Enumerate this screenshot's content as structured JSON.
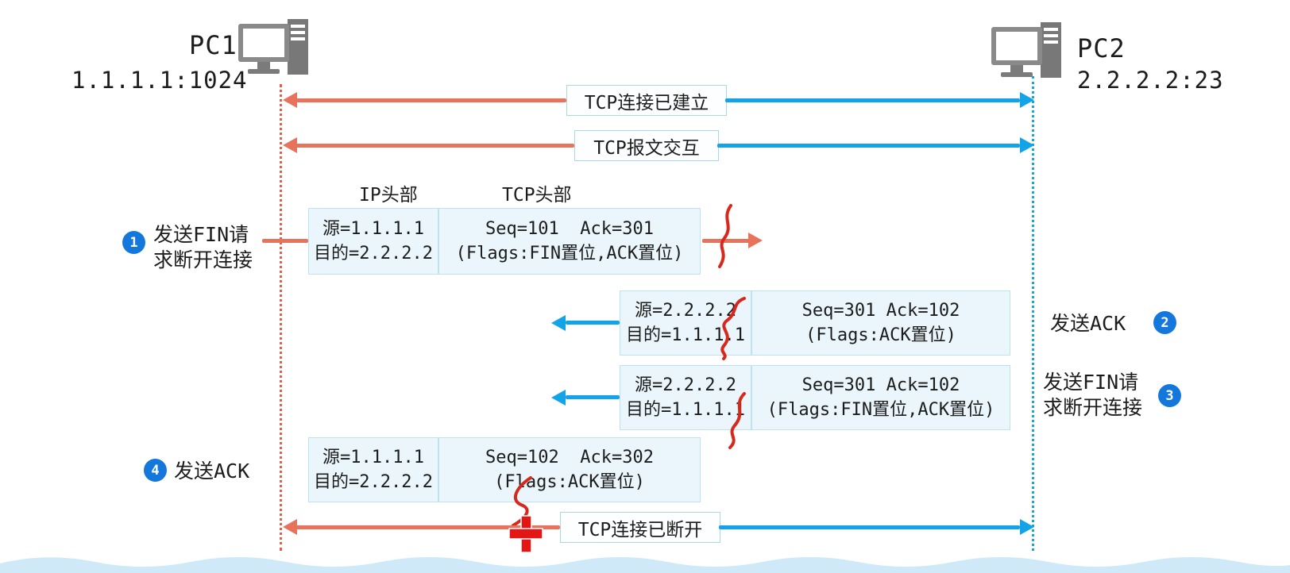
{
  "colors": {
    "salmon": "#e8735c",
    "blue": "#12a3e8",
    "badge": "#1477dc",
    "boxbg": "#eaf6fb",
    "boxborder": "#bfe2f1",
    "labelborder": "#a9d8ec",
    "reddot": "#df5f4c",
    "mark": "#d8281c",
    "ink": "#1c1c1c",
    "wave": "#cfe9f8"
  },
  "hosts": {
    "pc1": {
      "name": "PC1",
      "address": "1.1.1.1:1024"
    },
    "pc2": {
      "name": "PC2",
      "address": "2.2.2.2:23"
    }
  },
  "session": {
    "established": "TCP连接已建立",
    "exchange": "TCP报文交互",
    "closed": "TCP连接已断开"
  },
  "headers": {
    "ip": "IP头部",
    "tcp": "TCP头部"
  },
  "messages": [
    {
      "step": "1",
      "caption1": "发送FIN请",
      "caption2": "求断开连接",
      "ip1": "源=1.1.1.1",
      "ip2": "目的=2.2.2.2",
      "tcp1": "Seq=101  Ack=301",
      "tcp2": "(Flags:FIN置位,ACK置位)"
    },
    {
      "step": "2",
      "caption1": "发送ACK",
      "caption2": "",
      "ip1": "源=2.2.2.2",
      "ip2": "目的=1.1.1.1",
      "tcp1": "Seq=301 Ack=102",
      "tcp2": "(Flags:ACK置位)"
    },
    {
      "step": "3",
      "caption1": "发送FIN请",
      "caption2": "求断开连接",
      "ip1": "源=2.2.2.2",
      "ip2": "目的=1.1.1.1",
      "tcp1": "Seq=301 Ack=102",
      "tcp2": "(Flags:FIN置位,ACK置位)"
    },
    {
      "step": "4",
      "caption1": "发送ACK",
      "caption2": "",
      "ip1": "源=1.1.1.1",
      "ip2": "目的=2.2.2.2",
      "tcp1": "Seq=102  Ack=302",
      "tcp2": "(Flags:ACK置位)"
    }
  ]
}
